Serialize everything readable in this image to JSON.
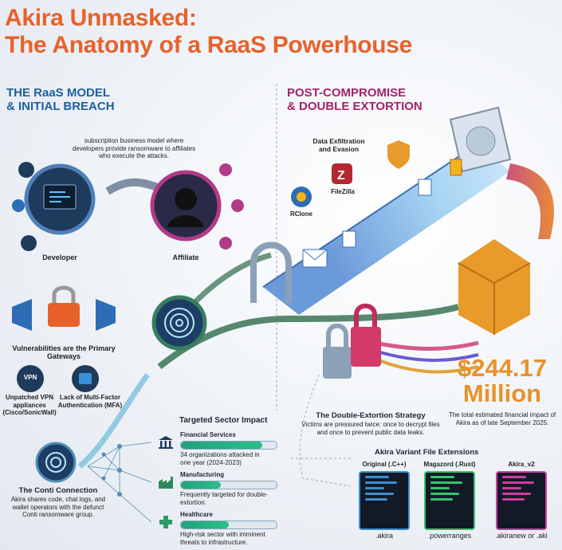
{
  "title": {
    "line1": "Akira Unmasked:",
    "line2": "The Anatomy of a RaaS Powerhouse"
  },
  "left_section": {
    "heading_line1": "THE RaaS MODEL",
    "heading_line2": "& INITIAL BREACH",
    "raas_desc": "subscription business model where developers provide ransomware to affiliates who execute the attacks.",
    "developer_label": "Developer",
    "affiliate_label": "Affiliate",
    "vuln_title": "Vulnerabilities are the Primary Gateways",
    "vpn_badge": "VPN",
    "vpn_label": "Unpatched VPN appliances (Cisco/SonicWall)",
    "mfa_label": "Lack of Multi-Factor Authentication (MFA)",
    "conti_title": "The Conti Connection",
    "conti_desc": "Akira shares code, chat logs, and wallet operators with the defunct Conti ransomware group."
  },
  "right_section": {
    "heading_line1": "POST-COMPROMISE",
    "heading_line2": "& DOUBLE EXTORTION",
    "exfil_label": "Data Exfiltration and Evasion",
    "filezilla_label": "FileZilla",
    "rclone_label": "RClone",
    "double_title": "The Double-Extortion Strategy",
    "double_desc": "Victims are pressured twice: once to decrypt files and once to prevent public data leaks.",
    "money_line1": "$244.17",
    "money_line2": "Million",
    "money_desc": "The total estimated financial impact of Akira as of late September 2025."
  },
  "sectors": {
    "title": "Targeted Sector Impact",
    "items": [
      {
        "name": "Financial Services",
        "desc": "34 organizations attacked in one year (2024-2023)",
        "level": 0.85
      },
      {
        "name": "Manufacturing",
        "desc": "Frequently targeted for double-extortion.",
        "level": 0.42
      },
      {
        "name": "Healthcare",
        "desc": "High-risk sector with imminent threats to infrastructure.",
        "level": 0.5
      }
    ]
  },
  "variants": {
    "title": "Akira Variant File Extensions",
    "items": [
      {
        "name": "Original (.C++)",
        "ext": ".akira",
        "accent": "#3b8fd6"
      },
      {
        "name": "Magazord (.Rust)",
        "ext": ".powerranges",
        "accent": "#34c46c"
      },
      {
        "name": "Akira_v2",
        "ext": ".akiranew or .aki",
        "accent": "#d23ba0"
      }
    ]
  },
  "colors": {
    "orange": "#e8612a",
    "blue": "#1f5f9e",
    "magenta": "#a3236a",
    "gold": "#e8922a"
  }
}
